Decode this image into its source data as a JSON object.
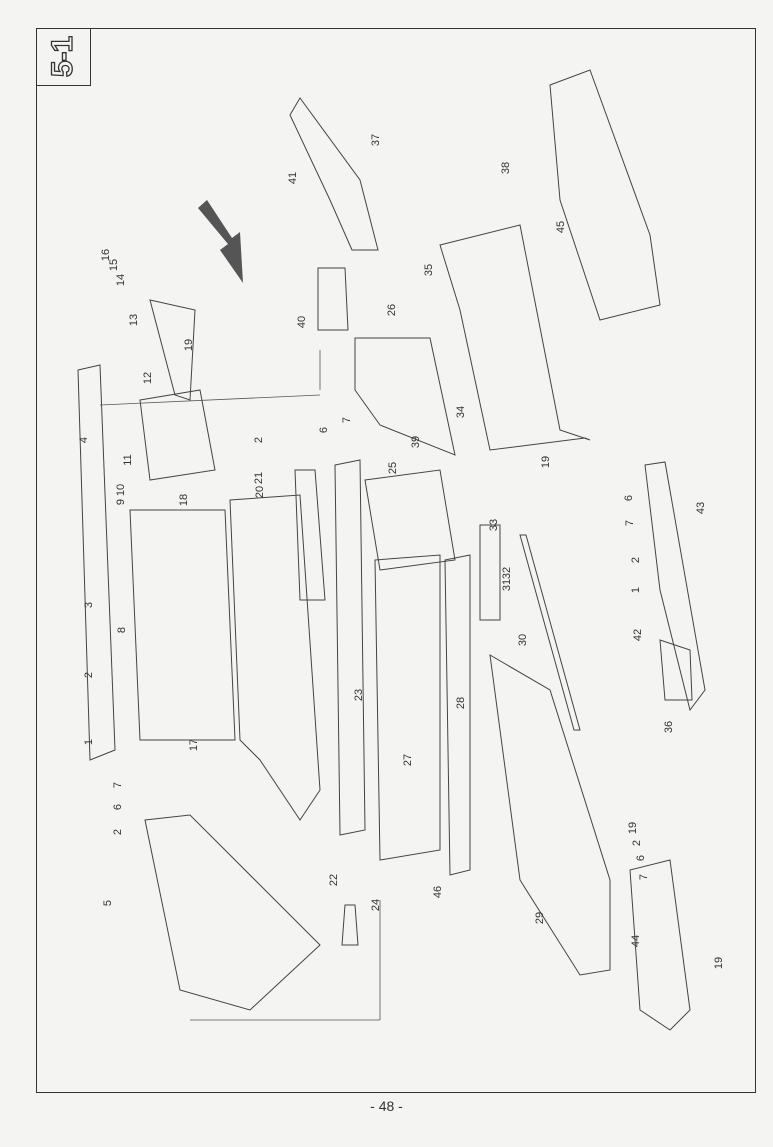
{
  "section_badge": "5-1",
  "page_number": "- 48 -",
  "callouts": [
    "16",
    "15",
    "14",
    "13",
    "12",
    "19",
    "4",
    "11",
    "10",
    "9",
    "18",
    "20",
    "21",
    "2",
    "6",
    "7",
    "3",
    "8",
    "2",
    "1",
    "17",
    "7",
    "6",
    "2",
    "5",
    "22",
    "24",
    "23",
    "27",
    "28",
    "46",
    "25",
    "39",
    "26",
    "40",
    "41",
    "37",
    "38",
    "35",
    "34",
    "45",
    "19",
    "6",
    "7",
    "2",
    "1",
    "43",
    "33",
    "32",
    "31",
    "30",
    "42",
    "36",
    "29",
    "19",
    "2",
    "6",
    "7",
    "44",
    "19"
  ]
}
